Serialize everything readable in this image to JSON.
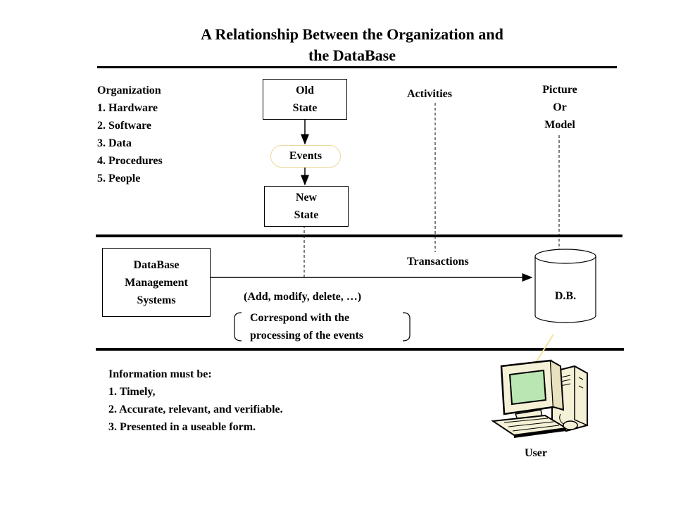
{
  "title": {
    "line1": "A Relationship Between the Organization and",
    "line2": "the DataBase"
  },
  "organization": {
    "heading": "Organization",
    "items": [
      "1. Hardware",
      "2. Software",
      "3. Data",
      "4. Procedures",
      "5. People"
    ]
  },
  "old_state": {
    "line1": "Old",
    "line2": "State"
  },
  "events": "Events",
  "new_state": {
    "line1": "New",
    "line2": "State"
  },
  "activities": "Activities",
  "picture": {
    "line1": "Picture",
    "line2": "Or",
    "line3": "Model"
  },
  "dbms": {
    "line1": "DataBase",
    "line2": "Management",
    "line3": "Systems"
  },
  "transactions": "Transactions",
  "operations": "(Add, modify, delete, …)",
  "correspond": {
    "line1": "Correspond with the",
    "line2": "processing of the events"
  },
  "db_label": "D.B.",
  "information": {
    "heading": "Information must be:",
    "items": [
      "1. Timely,",
      "2. Accurate, relevant, and verifiable.",
      "3. Presented in a useable form."
    ]
  },
  "user_label": "User"
}
